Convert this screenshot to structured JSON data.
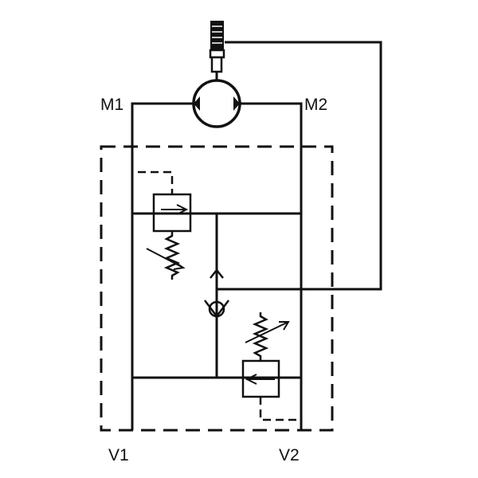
{
  "port_labels": {
    "m1": "M1",
    "m2": "M2",
    "v1": "V1",
    "v2": "V2"
  },
  "colors": {
    "line": "#111111",
    "background": "#ffffff"
  },
  "icons": {
    "motor": "hydraulic-motor-icon",
    "brake": "brake-cylinder-icon",
    "relief_valve": "pressure-relief-valve-icon",
    "check_valve": "check-valve-icon",
    "spring": "adjustable-spring-icon"
  }
}
